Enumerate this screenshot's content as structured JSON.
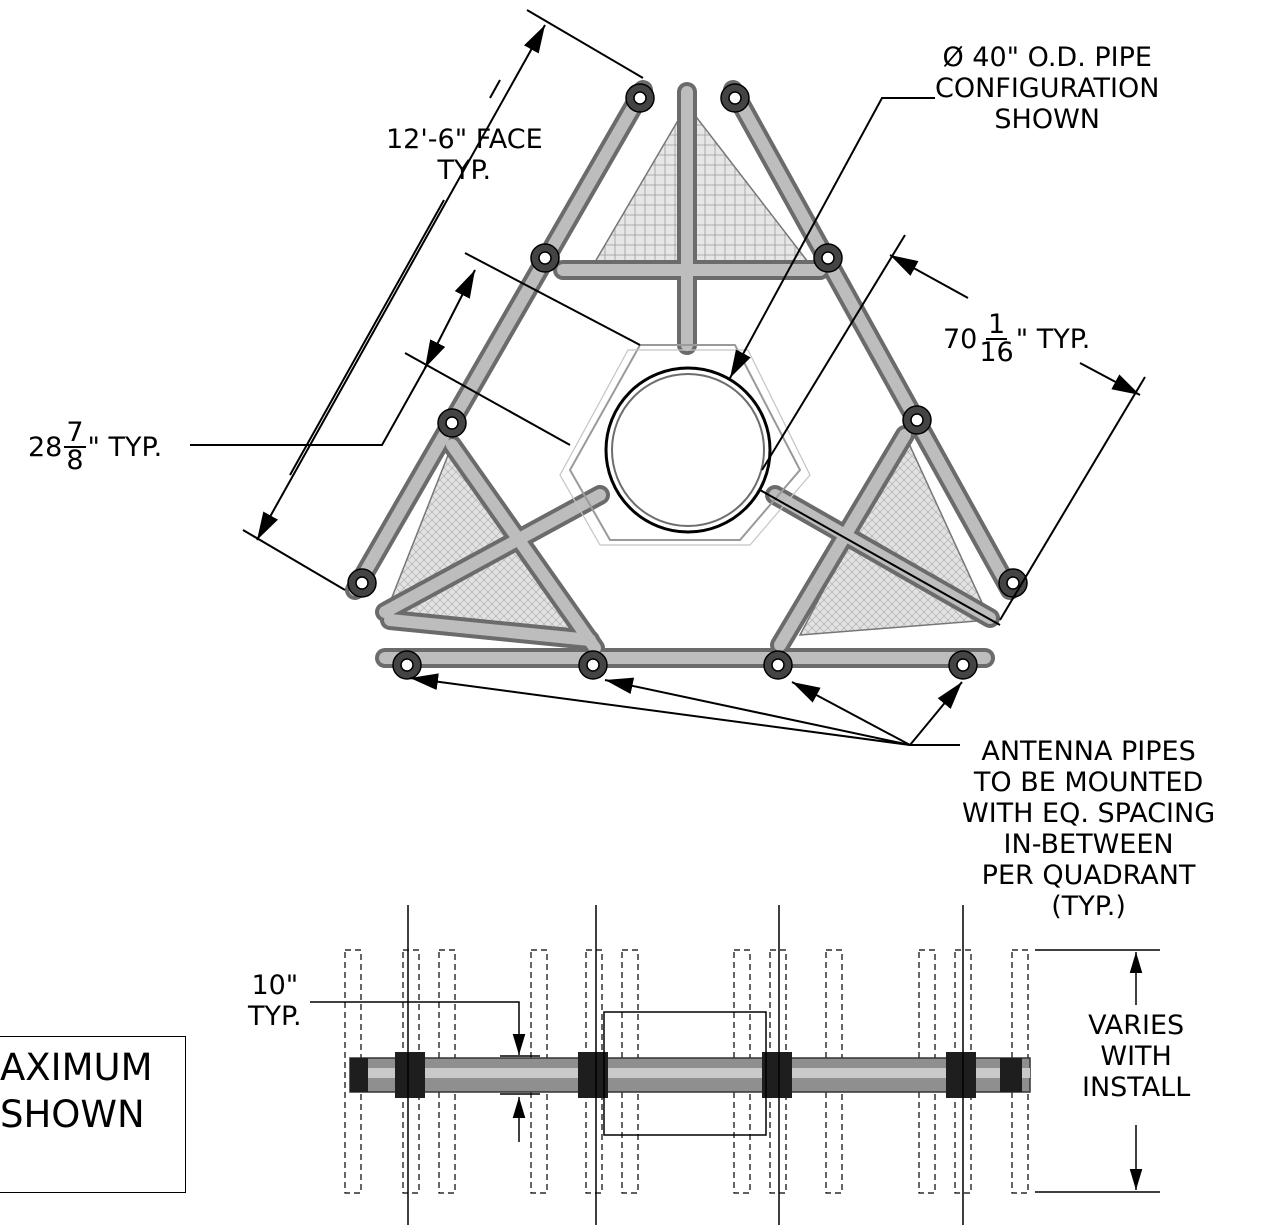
{
  "labels": {
    "pipe_note": [
      "Ø 40\" O.D. PIPE",
      "CONFIGURATION",
      "SHOWN"
    ],
    "face_dim": [
      "12'-6\" FACE",
      "TYP."
    ],
    "dim_70_whole": "70",
    "dim_70_num": "1",
    "dim_70_den": "16",
    "dim_70_suffix": "\" TYP.",
    "dim_28_whole": "28",
    "dim_28_num": "7",
    "dim_28_den": "8",
    "dim_28_suffix": "\" TYP.",
    "antenna_note": [
      "ANTENNA PIPES",
      "TO BE MOUNTED",
      "WITH EQ. SPACING",
      "IN-BETWEEN",
      "PER QUADRANT",
      "(TYP.)"
    ],
    "spacing_dim": [
      "10\"",
      "TYP."
    ],
    "varies_note": [
      "VARIES",
      "WITH",
      "INSTALL"
    ],
    "maximum_note": [
      "AXIMUM",
      "SHOWN"
    ]
  },
  "colors": {
    "line": "#000000",
    "steel": "#a9a9a9",
    "steel_dark": "#6b6b6b",
    "grating": "#cfcfcf"
  }
}
